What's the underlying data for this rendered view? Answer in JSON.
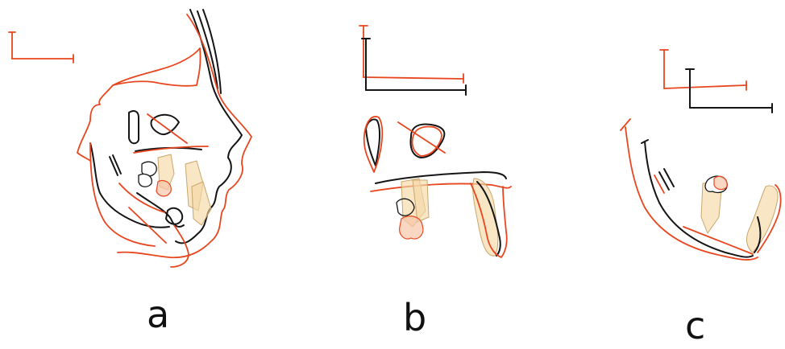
{
  "panels": [
    {
      "id": "a",
      "label": "a"
    },
    {
      "id": "b",
      "label": "b"
    },
    {
      "id": "c",
      "label": "c"
    }
  ],
  "colors": {
    "pre_treatment": "#151515",
    "post_treatment": "#e8461e",
    "tooth_fill": "#f4d9a6",
    "background": "#ffffff"
  }
}
